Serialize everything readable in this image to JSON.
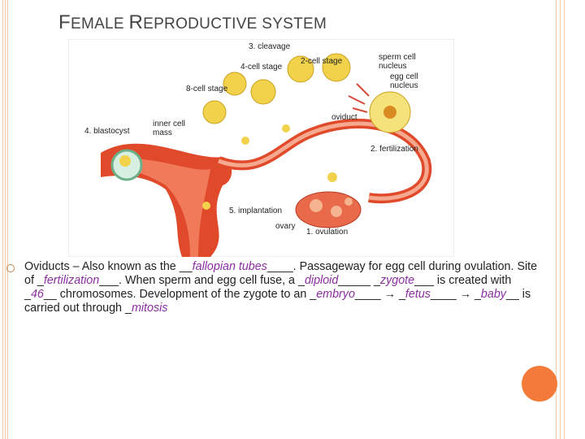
{
  "title": {
    "first_letter": "F",
    "first_rest": "EMALE ",
    "second_letter": "R",
    "second_rest": "EPRODUCTIVE SYSTEM"
  },
  "figure": {
    "labels": {
      "cleavage": "3. cleavage",
      "four_cell": "4-cell stage",
      "two_cell": "2-cell stage",
      "sperm_nucleus": "sperm cell\nnucleus",
      "egg_nucleus": "egg cell\nnucleus",
      "eight_cell": "8-cell stage",
      "inner_cell_mass": "inner cell\nmass",
      "oviduct": "oviduct",
      "blastocyst": "4. blastocyst",
      "fertilization": "2. fertilization",
      "implantation": "5. implantation",
      "ovary": "ovary",
      "ovulation": "1. ovulation"
    }
  },
  "text": {
    "t1": "Oviducts – Also known as the __",
    "b1": "fallopian tubes",
    "t2": "____. Passageway for egg cell during ovulation. Site of _",
    "b2": "fertilization",
    "t3": "___. When sperm and egg cell fuse, a _",
    "b3": "diploid",
    "t4": "_____ _",
    "b4": "zygote",
    "t5": "___ is created with _",
    "b5": "46",
    "t6": "__ chromosomes. Development of the zygote to an _",
    "b6": "embryo",
    "t7": "____ → _",
    "b7": "fetus",
    "t8": "____ → _",
    "b8": "baby",
    "t9": "__ is carried out through _",
    "b9": "mitosis"
  },
  "colors": {
    "accent": "#f47a3a",
    "blank_text": "#8a2fa0",
    "border": "#f6c7a3",
    "uterus": "#e04a2a"
  }
}
